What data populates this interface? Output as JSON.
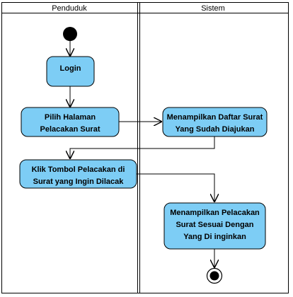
{
  "lanes": [
    {
      "id": "penduduk",
      "title": "Penduduk"
    },
    {
      "id": "sistem",
      "title": "Sistem"
    }
  ],
  "activities": {
    "login": {
      "lines": [
        "Login"
      ]
    },
    "pilih": {
      "lines": [
        "Pilih Halaman",
        "Pelacakan Surat"
      ]
    },
    "daftar": {
      "lines": [
        "Menampilkan Daftar Surat",
        "Yang Sudah Diajukan"
      ]
    },
    "klik": {
      "lines": [
        "Klik Tombol Pelacakan di",
        "Surat yang Ingin Dilacak"
      ]
    },
    "hasil": {
      "lines": [
        "Menampilkan Pelacakan",
        "Surat Sesuai Dengan",
        "Yang Di inginkan"
      ]
    }
  },
  "colors": {
    "activity_fill": "#7dcdf5",
    "stroke": "#000000",
    "background": "#ffffff"
  }
}
